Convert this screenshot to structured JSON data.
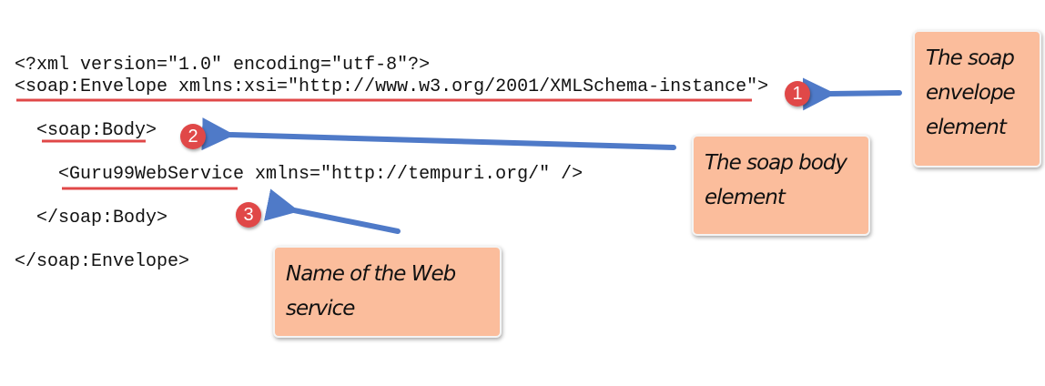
{
  "code_lines": {
    "xml_decl": "<?xml version=\"1.0\" encoding=\"utf-8\"?>",
    "envelope_open": "<soap:Envelope xmlns:xsi=\"http://www.w3.org/2001/XMLSchema-instance\">",
    "body_open": "<soap:Body>",
    "service": "<Guru99WebService xmlns=\"http://tempuri.org/\" />",
    "body_close": "</soap:Body>",
    "envelope_close": "</soap:Envelope>"
  },
  "badges": [
    "1",
    "2",
    "3"
  ],
  "notes": {
    "envelope": "The soap envelope element",
    "body": "The soap body element",
    "service": "Name of the Web service"
  },
  "colors": {
    "underline": "#e04848",
    "arrow": "#4f7ac8",
    "note_bg": "#fbbd9c",
    "badge": "#e04848"
  }
}
